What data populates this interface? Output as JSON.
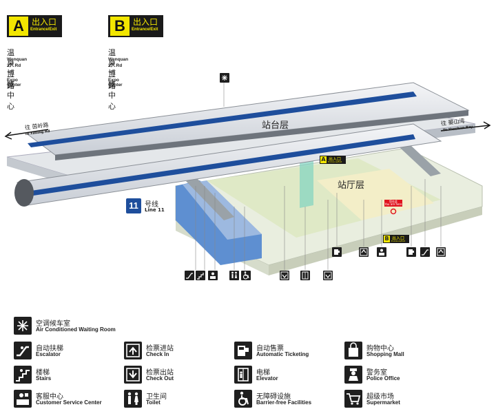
{
  "exits": [
    {
      "letter": "A",
      "cn": "出入口",
      "en": "Entrance/Exit",
      "dest": [
        {
          "cn": "温泉二路",
          "en": "Wenquan 2",
          "sup": "nd",
          "en2": " Rd"
        },
        {
          "cn": "博览中心",
          "en": "Expo Center"
        }
      ]
    },
    {
      "letter": "B",
      "cn": "出入口",
      "en": "Entrance/Exit",
      "dest": [
        {
          "cn": "温泉二路",
          "en": "Wenquan 2",
          "sup": "nd",
          "en2": " Rd"
        },
        {
          "cn": "博览中心",
          "en": "Expo Center"
        }
      ]
    }
  ],
  "diagram": {
    "platform_label": "站台层",
    "concourse_label": "站厅层",
    "direction_left_cn": "往 茵岭路",
    "direction_left_en": "To Yinling Rd",
    "direction_right_cn": "往 晏山湾",
    "direction_right_en": "To Yanshan Bay",
    "line_number": "11",
    "line_cn": "号线",
    "line_en": "Line 11",
    "you_are_here_cn": "您在此",
    "you_are_here_en": "You are here",
    "exit_a_letter": "A",
    "exit_b_letter": "B",
    "exit_tag_cn": "出入口",
    "exit_tag_en": "Entrance/Exit"
  },
  "legend": [
    {
      "cn": "空调候车室",
      "en": "Air Conditioned Waiting Room",
      "icon": "snowflake-icon"
    },
    {
      "cn": "自动扶梯",
      "en": "Escalator",
      "icon": "escalator-icon"
    },
    {
      "cn": "检票进站",
      "en": "Check In",
      "icon": "check-in-icon"
    },
    {
      "cn": "自动售票",
      "en": "Automatic Ticketing",
      "icon": "ticket-machine-icon"
    },
    {
      "cn": "购物中心",
      "en": "Shopping Mall",
      "icon": "shopping-bag-icon"
    },
    {
      "cn": "楼梯",
      "en": "Stairs",
      "icon": "stairs-icon"
    },
    {
      "cn": "检票出站",
      "en": "Check Out",
      "icon": "check-out-icon"
    },
    {
      "cn": "电梯",
      "en": "Elevator",
      "icon": "elevator-icon"
    },
    {
      "cn": "警务室",
      "en": "Police Office",
      "icon": "police-icon"
    },
    {
      "cn": "客服中心",
      "en": "Customer Service Center",
      "icon": "customer-service-icon"
    },
    {
      "cn": "卫生间",
      "en": "Toilet",
      "icon": "toilet-icon"
    },
    {
      "cn": "无障碍设施",
      "en": "Barrier-free Facilities",
      "icon": "wheelchair-icon"
    },
    {
      "cn": "超级市场",
      "en": "Supermarket",
      "icon": "shopping-cart-icon"
    }
  ],
  "colors": {
    "exit_yellow": "#f2e600",
    "line11_blue": "#1e4e9c",
    "concourse_green": "#dfe9c6",
    "platform_teal": "#7fd3c0",
    "you_are_here_red": "#e0141e"
  }
}
